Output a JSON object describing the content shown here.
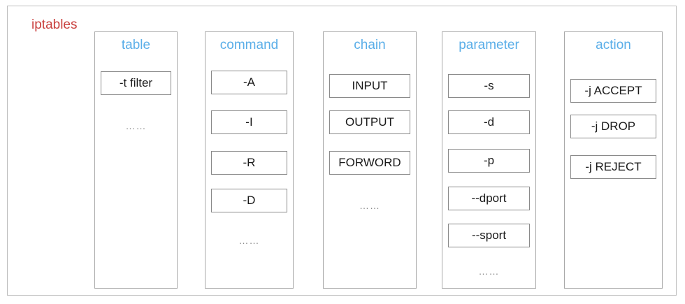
{
  "title": "iptables",
  "columns": {
    "table": {
      "header": "table",
      "items": [
        "-t filter"
      ],
      "more": "……"
    },
    "command": {
      "header": "command",
      "items": [
        "-A",
        "-I",
        "-R",
        "-D"
      ],
      "more": "……"
    },
    "chain": {
      "header": "chain",
      "items": [
        "INPUT",
        "OUTPUT",
        "FORWORD"
      ],
      "more": "……"
    },
    "parameter": {
      "header": "parameter",
      "items": [
        "-s",
        "-d",
        "-p",
        "--dport",
        "--sport"
      ],
      "more": "……"
    },
    "action": {
      "header": "action",
      "items": [
        "-j ACCEPT",
        "-j DROP",
        "-j REJECT"
      ]
    }
  },
  "colors": {
    "title": "#c9413f",
    "header": "#5aaee8",
    "border": "#a9a9a9"
  }
}
